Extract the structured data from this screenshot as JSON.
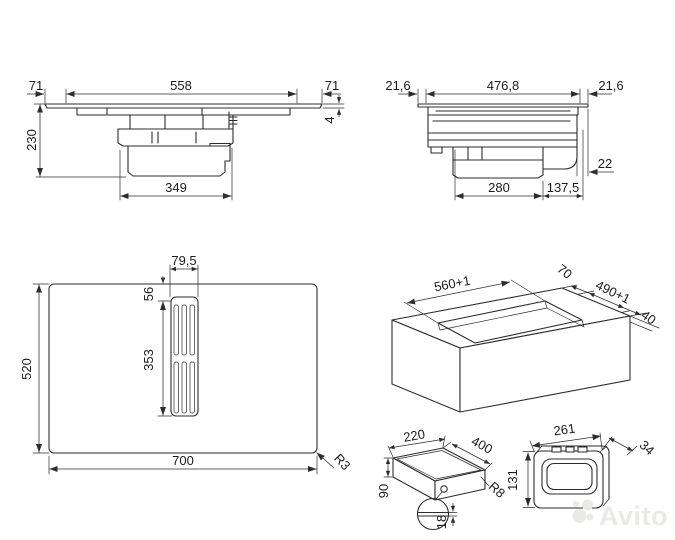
{
  "page": {
    "background": "#ffffff",
    "line_color": "#2d2d2d"
  },
  "views": {
    "front": {
      "left_margin": "71",
      "glass_width": "558",
      "right_margin": "71",
      "glass_thickness": "4",
      "total_height": "230",
      "motor_width": "349"
    },
    "side": {
      "left_margin": "21,6",
      "body_depth": "476,8",
      "right_margin": "21,6",
      "rear_gap": "22",
      "box_depth": "280",
      "rear_depth": "137,5"
    },
    "top": {
      "grille_width": "79,5",
      "grille_offset": "56",
      "grille_length": "353",
      "hob_depth": "520",
      "hob_width": "700",
      "corner_radius": "R3"
    },
    "cutout": {
      "width": "560+1",
      "rear_margin": "70",
      "depth": "490+1",
      "side_margin": "40"
    },
    "duct": {
      "width": "220",
      "length": "400",
      "height": "90",
      "corner_radius": "R8",
      "wall_detail": "18"
    },
    "flange": {
      "width": "261",
      "depth": "34",
      "height": "131"
    }
  },
  "watermark": {
    "brand": "Avito",
    "color": "#e9e9e7"
  }
}
